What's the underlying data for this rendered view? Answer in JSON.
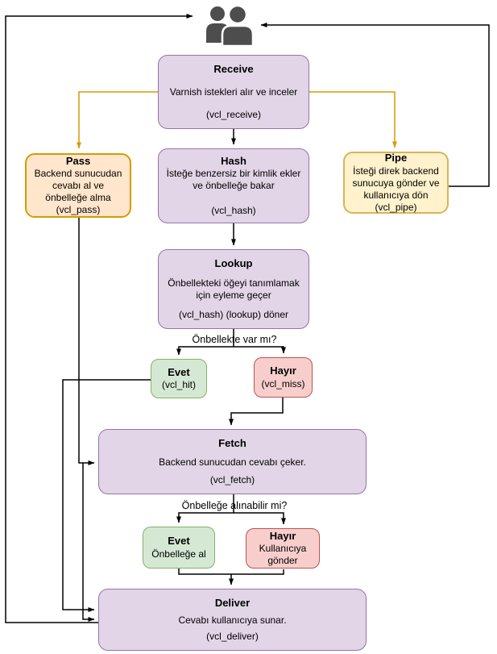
{
  "colors": {
    "purple-fill": "#E1D5E7",
    "purple-stroke": "#9673A6",
    "orange-fill": "#FFE6CC",
    "orange-stroke": "#D79B00",
    "yellow-fill": "#FFF2CC",
    "yellow-stroke": "#D6B656",
    "green-fill": "#D5E8D4",
    "green-stroke": "#82B366",
    "red-fill": "#F8CECC",
    "red-stroke": "#B85450",
    "line": "#000000",
    "orange-line": "#D79B00",
    "icon": "#4D4D4D"
  },
  "labels": {
    "cache_question": "Önbellekte var mı?",
    "cacheable_question": "Önbelleğe alınabilir mi?"
  },
  "nodes": {
    "receive": {
      "title": "Receive",
      "body": "Varnish istekleri alır ve inceler",
      "sub": "(vcl_receive)"
    },
    "pass": {
      "title": "Pass",
      "body": "Backend sunucudan cevabı al ve önbelleğe alma",
      "sub": "(vcl_pass)"
    },
    "hash": {
      "title": "Hash",
      "body": "İsteğe benzersiz bir kimlik ekler ve önbelleğe bakar",
      "sub": "(vcl_hash)"
    },
    "pipe": {
      "title": "Pipe",
      "body": "İsteği direk backend sunucuya gönder ve kullanıcıya dön",
      "sub": "(vcl_pipe)"
    },
    "lookup": {
      "title": "Lookup",
      "body": "Önbellekteki öğeyi tanımlamak için eyleme geçer",
      "sub": "(vcl_hash) (lookup) döner"
    },
    "hit": {
      "title": "Evet",
      "sub": "(vcl_hit)"
    },
    "miss": {
      "title": "Hayır",
      "sub": "(vcl_miss)"
    },
    "fetch": {
      "title": "Fetch",
      "body": "Backend sunucudan cevabı çeker.",
      "sub": "(vcl_fetch)"
    },
    "cache_yes": {
      "title": "Evet",
      "sub": "Önbelleğe al"
    },
    "cache_no": {
      "title": "Hayır",
      "sub": "Kullanıcıya gönder"
    },
    "deliver": {
      "title": "Deliver",
      "body": "Cevabı kullanıcıya sunar.",
      "sub": "(vcl_deliver)"
    }
  }
}
